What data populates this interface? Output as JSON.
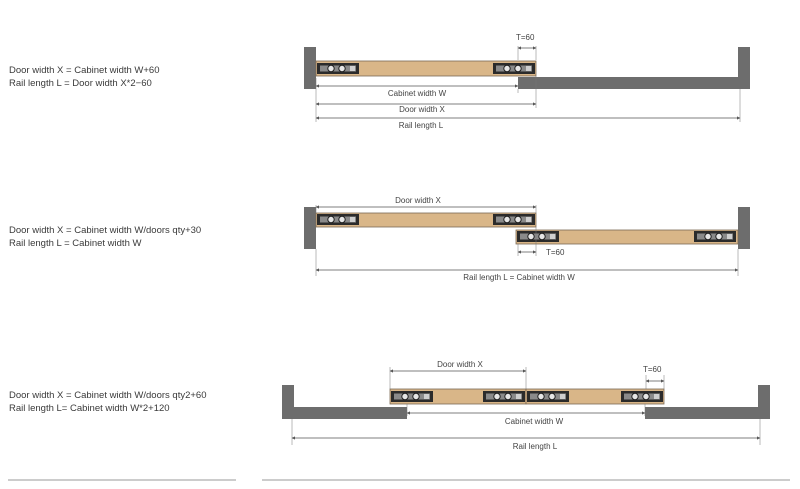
{
  "colors": {
    "wall": "#6d6d6d",
    "door": "#d9b688",
    "hardware": "#2b2b2b",
    "line": "#555555"
  },
  "sections": [
    {
      "formula_1": "Door width X = Cabinet width W+60",
      "formula_2": "Rail length L = Door width X*2−60",
      "label_t": "T=60",
      "label_cabinet": "Cabinet width W",
      "label_door": "Door width X",
      "label_rail": "Rail length L"
    },
    {
      "formula_1": "Door width X = Cabinet width W/doors qty+30",
      "formula_2": "Rail length L = Cabinet width W",
      "label_door": "Door width X",
      "label_t": "T=60",
      "label_rail": "Rail length L = Cabinet width W"
    },
    {
      "formula_1": "Door width X = Cabinet width W/doors qty2+60",
      "formula_2": "Rail length L= Cabinet width W*2+120",
      "label_door": "Door width X",
      "label_t": "T=60",
      "label_cabinet": "Cabinet width W",
      "label_rail": "Rail length L"
    }
  ]
}
